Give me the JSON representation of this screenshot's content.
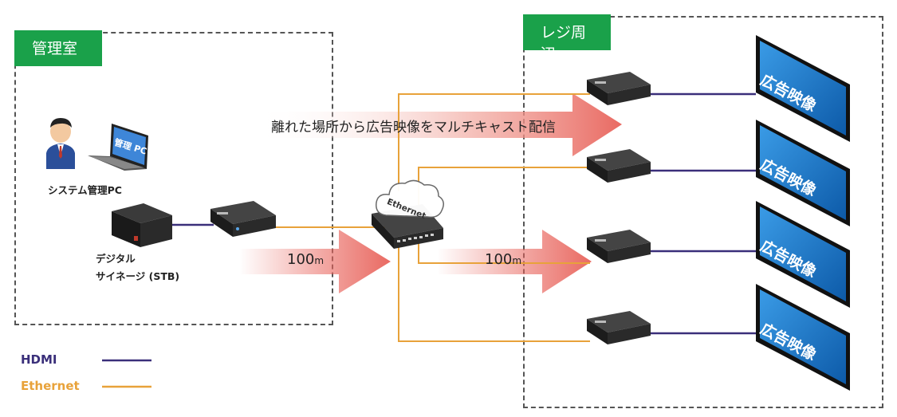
{
  "zones": {
    "admin": {
      "label": "管理室"
    },
    "register": {
      "label": "レジ周辺"
    }
  },
  "labels": {
    "admin_pc": "システム管理PC",
    "laptop_screen": "管理 PC",
    "stb_line1": "デジタル",
    "stb_line2": "サイネージ (STB)",
    "cloud": "Ethernet",
    "multicast": "離れた場所から広告映像をマルチキャスト配信",
    "distance_left": "100",
    "distance_right": "100",
    "distance_unit": "m",
    "display_text": "広告映像"
  },
  "legend": {
    "hdmi": {
      "label": "HDMI",
      "color": "#3a2f7a"
    },
    "ethernet": {
      "label": "Ethernet",
      "color": "#e8a23a"
    }
  },
  "colors": {
    "zone_label_bg": "#1aa14a",
    "arrow": "#e8625a",
    "display_blue": "#1577c8"
  },
  "icons": [
    "person-icon",
    "laptop-icon",
    "stb-box-icon",
    "encoder-icon",
    "ethernet-switch-icon",
    "cloud-icon",
    "decoder-icon",
    "display-icon"
  ]
}
